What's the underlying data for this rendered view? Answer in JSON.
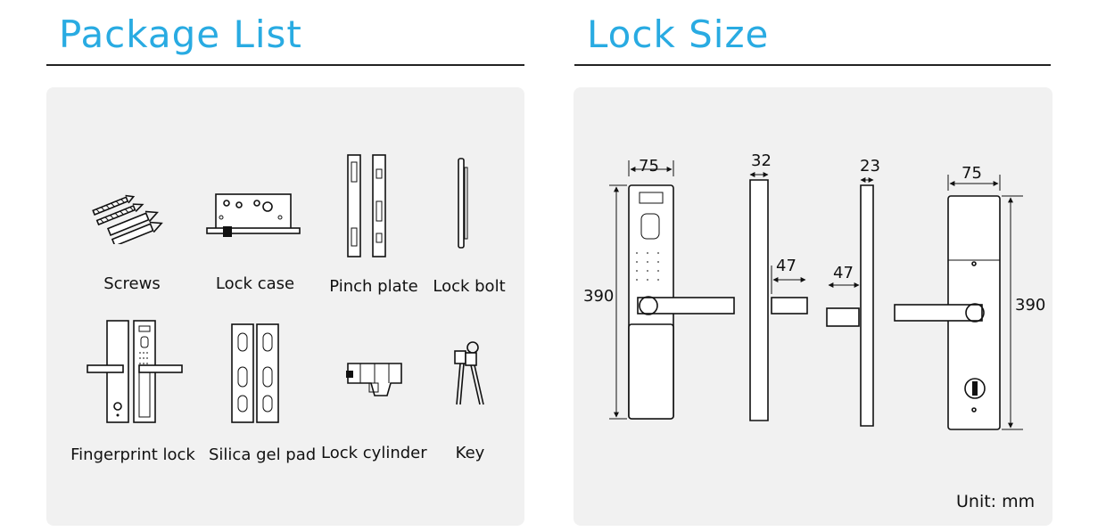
{
  "package_list": {
    "title": "Package List",
    "items": [
      {
        "name": "Screws",
        "icon": "screws-icon"
      },
      {
        "name": "Lock case",
        "icon": "lock-case-icon"
      },
      {
        "name": "Pinch plate",
        "icon": "pinch-plate-icon"
      },
      {
        "name": "Lock bolt",
        "icon": "lock-bolt-icon"
      },
      {
        "name": "Fingerprint lock",
        "icon": "fingerprint-lock-icon"
      },
      {
        "name": "Silica gel pad",
        "icon": "silica-gel-pad-icon"
      },
      {
        "name": "Lock cylinder",
        "icon": "lock-cylinder-icon"
      },
      {
        "name": "Key",
        "icon": "key-icon"
      }
    ]
  },
  "lock_size": {
    "title": "Lock Size",
    "dimensions": {
      "front_width": "75",
      "front_height": "390",
      "side_depth_front": "32",
      "handle_projection_front": "47",
      "side_depth_back": "23",
      "handle_projection_back": "47",
      "back_width": "75",
      "back_height": "390"
    },
    "unit_label": "Unit: mm"
  },
  "colors": {
    "title": "#29abe2",
    "panel": "#f1f1f1",
    "rule": "#222222"
  }
}
